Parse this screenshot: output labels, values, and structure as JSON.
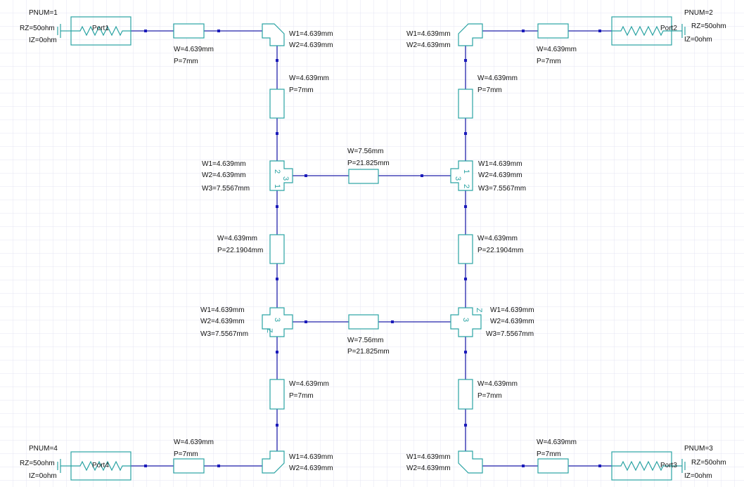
{
  "colors": {
    "background": "#ffffff",
    "grid": "#e4e4f3",
    "component": "#2aa3a3",
    "wire": "#2222aa",
    "node": "#1b1bbb",
    "label": "#111111"
  },
  "ports": [
    {
      "id": "port1",
      "name": "Port1",
      "pnum": "PNUM=1",
      "rz": "RZ=50ohm",
      "iz": "IZ=0ohm"
    },
    {
      "id": "port2",
      "name": "Port2",
      "pnum": "PNUM=2",
      "rz": "RZ=50ohm",
      "iz": "IZ=0ohm"
    },
    {
      "id": "port3",
      "name": "Port3",
      "pnum": "PNUM=3",
      "rz": "RZ=50ohm",
      "iz": "IZ=0ohm"
    },
    {
      "id": "port4",
      "name": "Port4",
      "pnum": "PNUM=4",
      "rz": "RZ=50ohm",
      "iz": "IZ=0ohm"
    }
  ],
  "lines": [
    {
      "id": "line-top-left-h",
      "w": "W=4.639mm",
      "p": "P=7mm"
    },
    {
      "id": "line-top-right-h",
      "w": "W=4.639mm",
      "p": "P=7mm"
    },
    {
      "id": "line-left-upper-v",
      "w": "W=4.639mm",
      "p": "P=7mm"
    },
    {
      "id": "line-right-upper-v",
      "w": "W=4.639mm",
      "p": "P=7mm"
    },
    {
      "id": "line-middle-upper-h",
      "w": "W=7.56mm",
      "p": "P=21.825mm"
    },
    {
      "id": "line-left-middle-v",
      "w": "W=4.639mm",
      "p": "P=22.1904mm"
    },
    {
      "id": "line-right-middle-v",
      "w": "W=4.639mm",
      "p": "P=22.1904mm"
    },
    {
      "id": "line-middle-lower-h",
      "w": "W=7.56mm",
      "p": "P=21.825mm"
    },
    {
      "id": "line-left-lower-v",
      "w": "W=4.639mm",
      "p": "P=7mm"
    },
    {
      "id": "line-right-lower-v",
      "w": "W=4.639mm",
      "p": "P=7mm"
    },
    {
      "id": "line-bottom-left-h",
      "w": "W=4.639mm",
      "p": "P=7mm"
    },
    {
      "id": "line-bottom-right-h",
      "w": "W=4.639mm",
      "p": "P=7mm"
    }
  ],
  "bends": [
    {
      "id": "bend-top-left",
      "w1": "W1=4.639mm",
      "w2": "W2=4.639mm"
    },
    {
      "id": "bend-top-right",
      "w1": "W1=4.639mm",
      "w2": "W2=4.639mm"
    },
    {
      "id": "bend-bottom-left",
      "w1": "W1=4.639mm",
      "w2": "W2=4.639mm"
    },
    {
      "id": "bend-bottom-right",
      "w1": "W1=4.639mm",
      "w2": "W2=4.639mm"
    }
  ],
  "tees": [
    {
      "id": "tee-upper-left",
      "w1": "W1=4.639mm",
      "w2": "W2=4.639mm",
      "w3": "W3=7.5567mm",
      "pins": [
        "1",
        "2",
        "3"
      ]
    },
    {
      "id": "tee-upper-right",
      "w1": "W1=4.639mm",
      "w2": "W2=4.639mm",
      "w3": "W3=7.5567mm",
      "pins": [
        "1",
        "2",
        "3"
      ]
    },
    {
      "id": "tee-lower-left",
      "w1": "W1=4.639mm",
      "w2": "W2=4.639mm",
      "w3": "W3=7.5567mm",
      "pins": [
        "Z",
        "3"
      ]
    },
    {
      "id": "tee-lower-right",
      "w1": "W1=4.639mm",
      "w2": "W2=4.639mm",
      "w3": "W3=7.5567mm",
      "pins": [
        "Z",
        "3"
      ]
    }
  ]
}
